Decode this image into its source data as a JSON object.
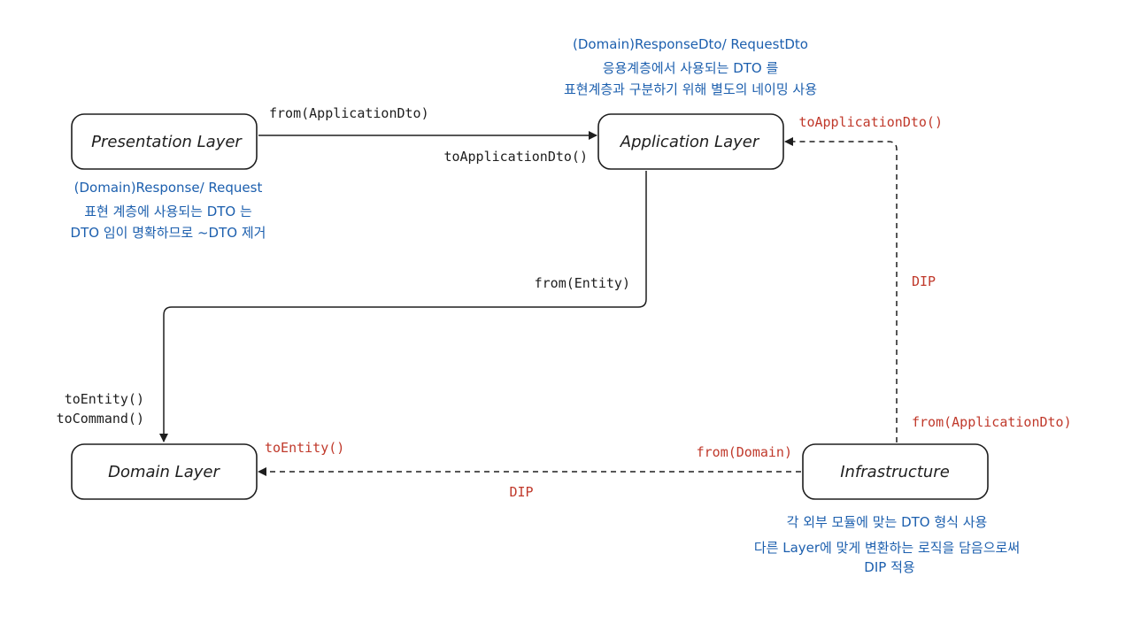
{
  "nodes": {
    "presentation": {
      "label": "Presentation Layer"
    },
    "application": {
      "label": "Application Layer"
    },
    "domain": {
      "label": "Domain Layer"
    },
    "infrastructure": {
      "label": "Infrastructure"
    }
  },
  "edge_labels": {
    "pres_to_app_from": "from(ApplicationDto)",
    "pres_to_app_to": "toApplicationDto()",
    "app_to_domain_from": "from(Entity)",
    "domain_to_entity": "toEntity()",
    "domain_to_command": "toCommand()",
    "infra_to_domain_to": "toEntity()",
    "infra_to_domain_from": "from(Domain)",
    "infra_to_domain_dip": "DIP",
    "infra_to_app_to": "toApplicationDto()",
    "infra_to_app_dip": "DIP",
    "infra_to_app_from": "from(ApplicationDto)"
  },
  "notes": {
    "application": {
      "line1": "(Domain)ResponseDto/ RequestDto",
      "line2": "응용계층에서 사용되는 DTO 를",
      "line3": "표현계층과 구분하기 위해 별도의 네이밍 사용"
    },
    "presentation": {
      "line1": "(Domain)Response/ Request",
      "line2": "표현 계층에 사용되는 DTO 는",
      "line3": "DTO 임이 명확하므로 ~DTO 제거"
    },
    "infrastructure": {
      "line1": "각 외부 모듈에 맞는 DTO 형식 사용",
      "line2": "다른 Layer에 맞게 변환하는 로직을 담음으로써",
      "line3": "DIP 적용"
    }
  },
  "colors": {
    "stroke": "#1e1e1e",
    "note_blue": "#1c5fae",
    "label_red": "#c0392b",
    "background": "#ffffff"
  }
}
